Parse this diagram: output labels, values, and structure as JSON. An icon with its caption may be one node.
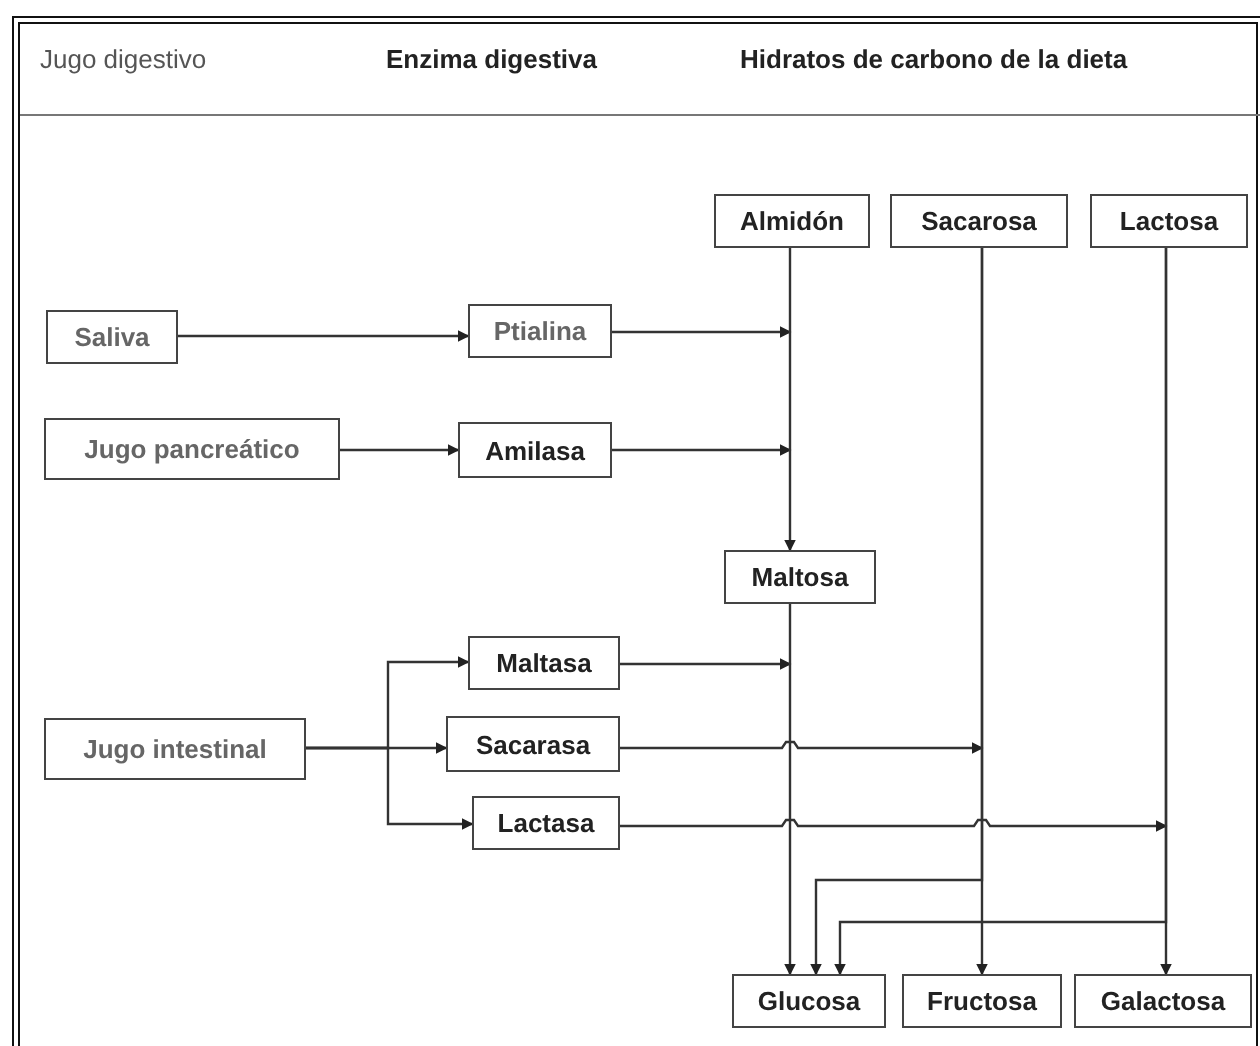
{
  "diagram": {
    "nodes": [
      {
        "text": [
          "Almidón"
        ]
      },
      {
        "text": [
          "Sacarosa"
        ]
      },
      {
        "text": [
          "Lactosa"
        ]
      },
      {
        "text": [
          "Saliva"
        ]
      },
      {
        "text": [
          "Ptialina"
        ]
      },
      {
        "text": [
          "Jugo pancreático"
        ]
      },
      {
        "text": [
          "Amilasa"
        ]
      },
      {
        "text": [
          "Maltosa"
        ]
      },
      {
        "text": [
          "Maltasa"
        ]
      },
      {
        "text": [
          "Jugo intestinal"
        ]
      },
      {
        "text": [
          "Sacarasa"
        ]
      },
      {
        "text": [
          "Lactasa"
        ]
      },
      {
        "text": [
          "Glucosa"
        ]
      },
      {
        "text": [
          "Fructosa"
        ]
      },
      {
        "text": [
          "Galactosa"
        ]
      }
    ],
    "edges": [
      {
        "from": 3,
        "to": 4,
        "arrow": "to"
      },
      {
        "from": 4,
        "to": null,
        "arrow": "to"
      },
      {
        "from": 5,
        "to": 6,
        "arrow": "to"
      },
      {
        "from": 6,
        "to": null,
        "arrow": "to"
      },
      {
        "from": 0,
        "to": 7,
        "arrow": "to"
      },
      {
        "from": 9,
        "to": 8,
        "arrow": "to"
      },
      {
        "from": 9,
        "to": 10,
        "arrow": "to"
      },
      {
        "from": 9,
        "to": 11,
        "arrow": "to"
      },
      {
        "from": 8,
        "to": null,
        "arrow": "to"
      },
      {
        "from": 10,
        "to": null,
        "arrow": "to"
      },
      {
        "from": 11,
        "to": null,
        "arrow": "to"
      },
      {
        "from": 7,
        "to": 12,
        "arrow": "to"
      },
      {
        "from": 1,
        "to": 13,
        "arrow": "to"
      },
      {
        "from": 1,
        "to": 12,
        "arrow": "to"
      },
      {
        "from": 2,
        "to": 14,
        "arrow": "to"
      },
      {
        "from": 2,
        "to": 12,
        "arrow": "to"
      }
    ],
    "labels": [
      "Jugo digestivo",
      "Enzima digestiva",
      "Hidratos de carbono de la dieta"
    ]
  }
}
